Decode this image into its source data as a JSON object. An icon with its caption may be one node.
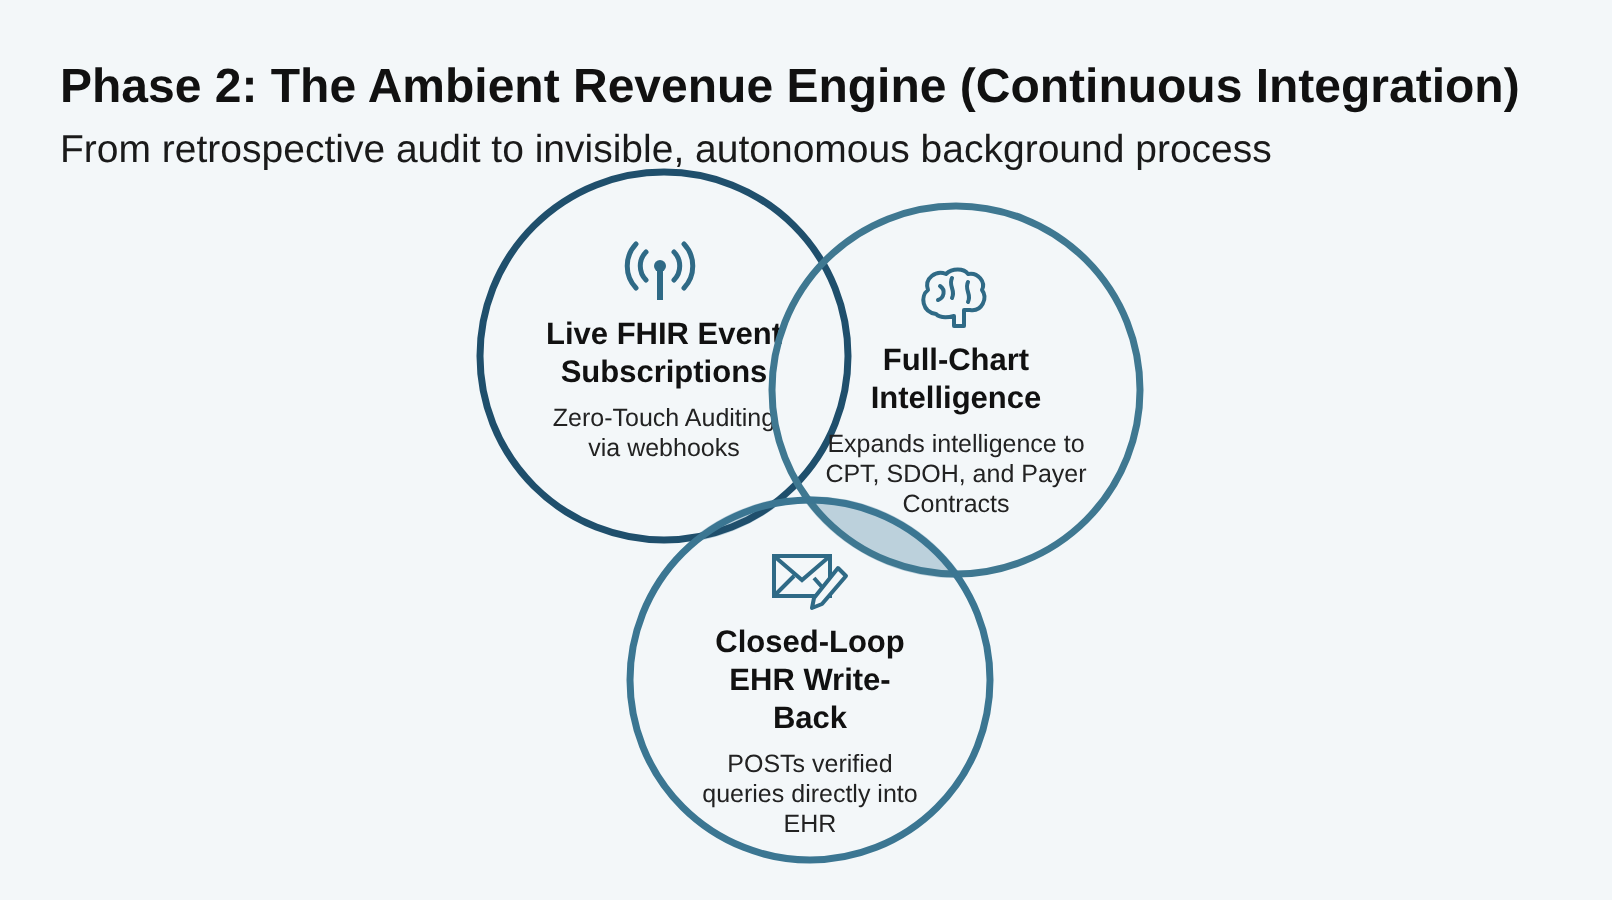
{
  "diagram": {
    "title": "Phase 2: The Ambient Revenue Engine (Continuous Integration)",
    "nodes": [
      {
        "text": [
          "Live FHIR Event Subscriptions",
          "Zero-Touch Auditing via webhooks"
        ]
      },
      {
        "text": [
          "Full-Chart Intelligence",
          "Expands intelligence to CPT, SDOH, and Payer Contracts"
        ]
      },
      {
        "text": [
          "Closed-Loop EHR Write-Back",
          "POSTs verified queries directly into EHR"
        ]
      }
    ],
    "labels": [
      "From retrospective audit to invisible, autonomous background process"
    ]
  }
}
